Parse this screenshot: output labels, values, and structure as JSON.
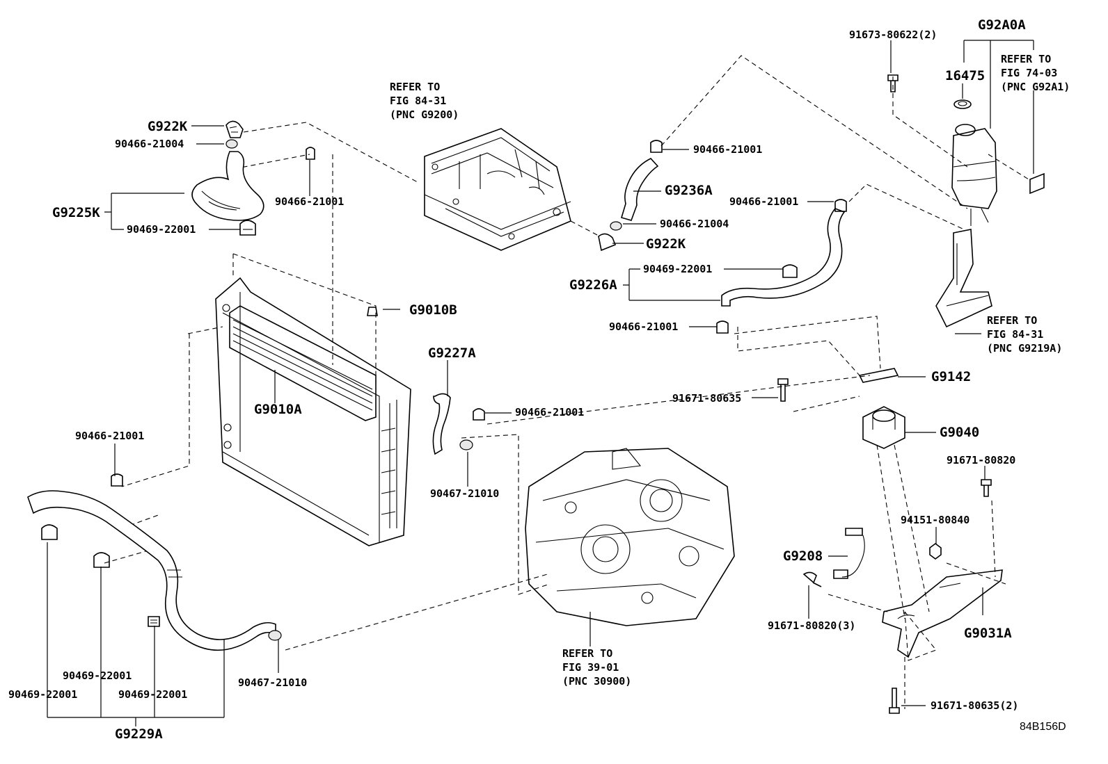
{
  "labels": {
    "g922k_top": "G922K",
    "p90466_21004_top": "90466-21004",
    "g9225k": "G9225K",
    "p90469_22001_top": "90469-22001",
    "p90466_21001_left": "90466-21001",
    "refer_to_fig_84_31_a": "REFER TO",
    "refer_to_fig_84_31_b": "FIG 84-31",
    "refer_to_fig_84_31_c": "(PNC G9200)",
    "p90466_21001_mid_top": "90466-21001",
    "g9236a": "G9236A",
    "p90466_21004_mid": "90466-21004",
    "g922k_mid": "G922K",
    "p91673_80622": "91673-80622(2)",
    "g92a0a": "G92A0A",
    "p16475": "16475",
    "refer_to_fig_74_03_a": "REFER TO",
    "refer_to_fig_74_03_b": "FIG 74-03",
    "refer_to_fig_74_03_c": "(PNC G92A1)",
    "p90466_21001_right_top": "90466-21001",
    "p90469_22001_mid": "90469-22001",
    "g9226a": "G9226A",
    "p90466_21001_right_low": "90466-21001",
    "refer_to_fig_84_31_d": "REFER TO",
    "refer_to_fig_84_31_e": "FIG 84-31",
    "refer_to_fig_84_31_f": "(PNC G9219A)",
    "g9010b": "G9010B",
    "g9010a": "G9010A",
    "g9227a": "G9227A",
    "p90466_21001_center": "90466-21001",
    "p90467_21010_center": "90467-21010",
    "g9142": "G9142",
    "p91671_80635": "91671-80635",
    "g9040": "G9040",
    "p91671_80820": "91671-80820",
    "p94151_80840": "94151-80840",
    "g9208": "G9208",
    "p91671_80820_3": "91671-80820(3)",
    "g9031a": "G9031A",
    "p91671_80635_2": "91671-80635(2)",
    "p90466_21001_far_left": "90466-21001",
    "p90469_22001_a": "90469-22001",
    "p90469_22001_b": "90469-22001",
    "p90469_22001_c": "90469-22001",
    "p90467_21010_bottom": "90467-21010",
    "g9229a": "G9229A",
    "refer_to_fig_39_01_a": "REFER TO",
    "refer_to_fig_39_01_b": "FIG 39-01",
    "refer_to_fig_39_01_c": "(PNC 30900)",
    "diagram_code": "84B156D"
  }
}
